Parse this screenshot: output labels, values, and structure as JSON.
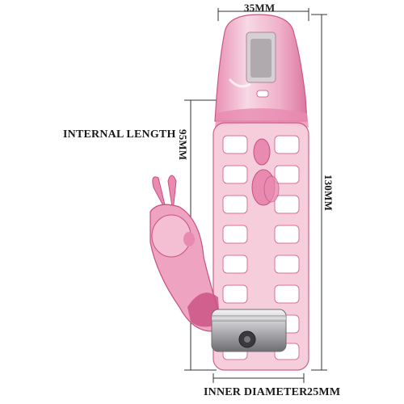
{
  "dimensions": {
    "top_width": "35MM",
    "internal_length_label": "INTERNAL LENGTH",
    "internal_length_value": "95MM",
    "total_length": "130MM",
    "inner_diameter_label": "INNER DIAMETER",
    "inner_diameter_value": "25MM"
  },
  "colors": {
    "sleeve_light": "#f6c9d8",
    "sleeve_mid": "#e98bb0",
    "sleeve_dark": "#c94f82",
    "bullet_metal": "#b9b9bd",
    "dimension_line": "#333333"
  }
}
